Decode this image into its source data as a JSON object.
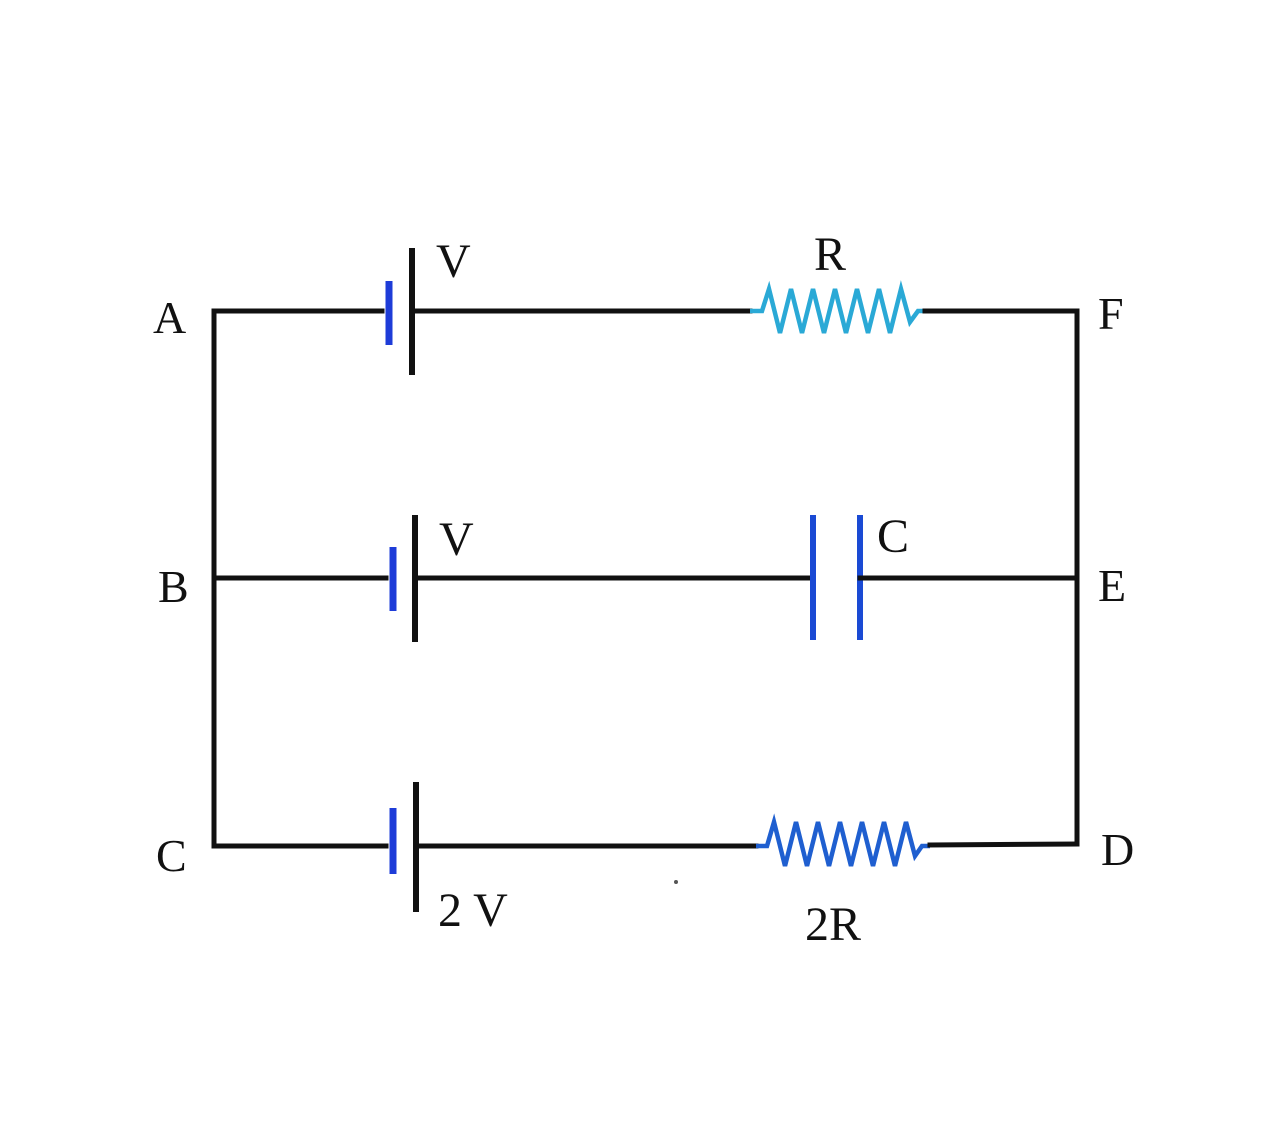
{
  "colors": {
    "wire": "#111111",
    "battery_short_plate": "#1e3cd8",
    "resistor_top": "#2aa9d6",
    "resistor_bottom": "#1f5fd0",
    "capacitor": "#1a4ad4"
  },
  "nodes": {
    "a": "A",
    "b": "B",
    "c": "C",
    "d": "D",
    "e": "E",
    "f": "F"
  },
  "components": {
    "top_battery": "V",
    "top_resistor": "R",
    "middle_battery": "V",
    "capacitor": "C",
    "bottom_battery": "2 V",
    "bottom_resistor": "2R"
  }
}
